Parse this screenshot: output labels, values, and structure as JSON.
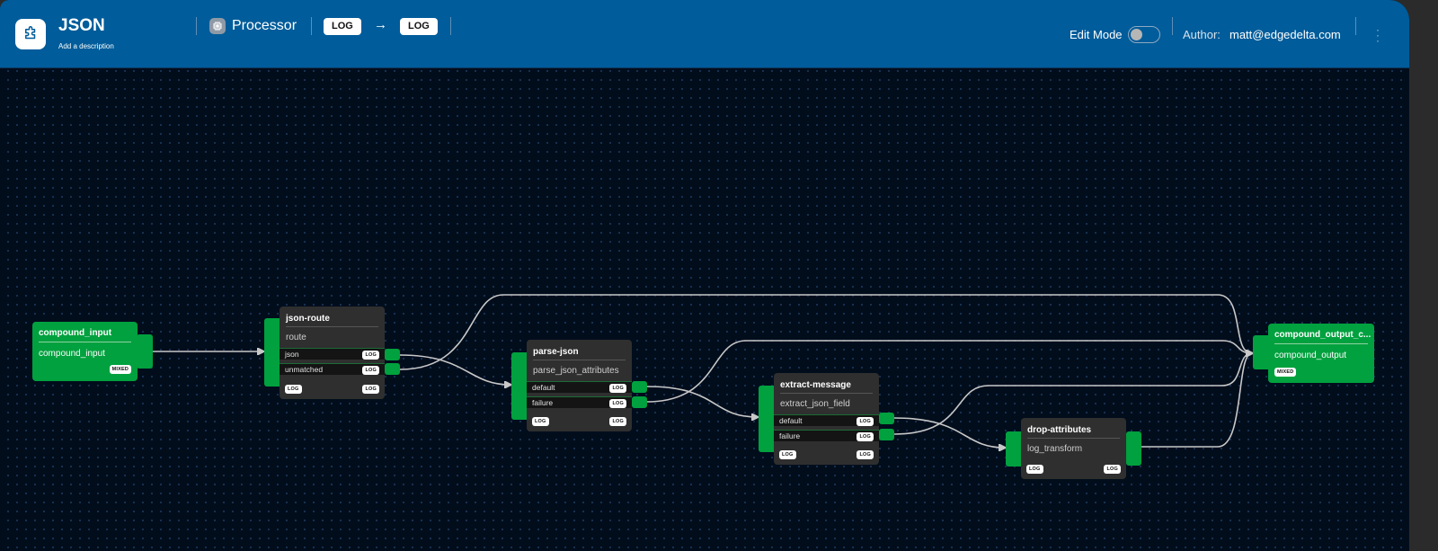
{
  "header": {
    "title": "JSON",
    "subtitle": "Add a description",
    "app_icon": "puzzle-icon",
    "type_icon": "cpu-chip-icon",
    "type_label": "Processor",
    "input_type": "LOG",
    "arrow": "→",
    "output_type": "LOG",
    "edit_mode_label": "Edit Mode",
    "edit_mode_on": false,
    "author_label": "Author:",
    "author_value": "matt@edgedelta.com",
    "menu_icon": "⋮"
  },
  "colors": {
    "header_bg": "#005c9a",
    "canvas_bg": "#020d1c",
    "node_green": "#00a13e",
    "node_dark": "#2f2f2f",
    "edge": "#c8c8c8"
  },
  "nodes": {
    "compound_input": {
      "title": "compound_input",
      "subtitle": "compound_input",
      "badge": "MIXED"
    },
    "json_route": {
      "title": "json-route",
      "subtitle": "route",
      "outputs": [
        {
          "label": "json",
          "badge": "LOG"
        },
        {
          "label": "unmatched",
          "badge": "LOG"
        }
      ],
      "in_badge": "LOG",
      "out_badge": "LOG"
    },
    "parse_json": {
      "title": "parse-json",
      "subtitle": "parse_json_attributes",
      "outputs": [
        {
          "label": "default",
          "badge": "LOG"
        },
        {
          "label": "failure",
          "badge": "LOG"
        }
      ],
      "in_badge": "LOG",
      "out_badge": "LOG"
    },
    "extract_message": {
      "title": "extract-message",
      "subtitle": "extract_json_field",
      "outputs": [
        {
          "label": "default",
          "badge": "LOG"
        },
        {
          "label": "failure",
          "badge": "LOG"
        }
      ],
      "in_badge": "LOG",
      "out_badge": "LOG"
    },
    "drop_attributes": {
      "title": "drop-attributes",
      "subtitle": "log_transform",
      "in_badge": "LOG",
      "out_badge": "LOG"
    },
    "compound_output": {
      "title": "compound_output_c...",
      "subtitle": "compound_output",
      "badge": "MIXED"
    }
  },
  "edges": [
    {
      "from": "compound_input",
      "to": "json-route"
    },
    {
      "from": "json-route.json",
      "to": "parse-json"
    },
    {
      "from": "json-route.unmatched",
      "to": "compound_output"
    },
    {
      "from": "parse-json.default",
      "to": "extract-message"
    },
    {
      "from": "parse-json.failure",
      "to": "compound_output"
    },
    {
      "from": "extract-message.default",
      "to": "drop-attributes"
    },
    {
      "from": "extract-message.failure",
      "to": "compound_output"
    },
    {
      "from": "drop-attributes",
      "to": "compound_output"
    }
  ]
}
